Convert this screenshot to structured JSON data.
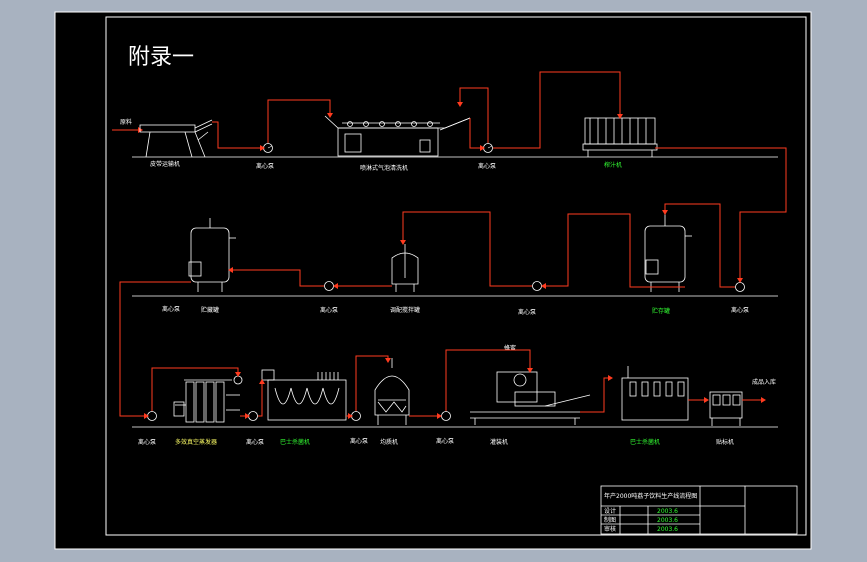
{
  "diagram": {
    "title": "附录一",
    "input_label": "原料",
    "output_label": "成品入库",
    "honey_label": "蜂蜜",
    "colors": {
      "background": "#000000",
      "frame": "#ffffff",
      "flow": "#ff3b1f",
      "equipment": "#ffffff",
      "label": "#ffffff",
      "label_highlight": "#33ff33",
      "label_yellow": "#ffff66"
    },
    "row1": {
      "conveyor": "皮带运输机",
      "pump1": "离心泵",
      "washer": "喷淋式气泡清洗机",
      "pump2": "离心泵",
      "crusher": "榨汁机"
    },
    "row2": {
      "pump_a": "离心泵",
      "tank_a": "贮藏罐",
      "pump_b": "离心泵",
      "mixer": "调配搅拌罐",
      "pump_c": "离心泵",
      "tank_b": "贮存罐",
      "pump_d": "离心泵"
    },
    "row3": {
      "pump1": "离心泵",
      "evaporator": "多效真空蒸发器",
      "pump2": "离心泵",
      "sterilizer1": "巴士杀菌机",
      "pump3": "离心泵",
      "blender": "均质机",
      "pump4": "离心泵",
      "filler": "灌装机",
      "sterilizer2": "巴士杀菌机",
      "labeler": "贴标机"
    },
    "title_block": {
      "title": "年产2000吨荔子饮料生产线流程图",
      "rows": [
        {
          "label": "设计",
          "value": "2003.6"
        },
        {
          "label": "制图",
          "value": "2003.6"
        },
        {
          "label": "审核",
          "value": "2003.6"
        }
      ]
    }
  }
}
